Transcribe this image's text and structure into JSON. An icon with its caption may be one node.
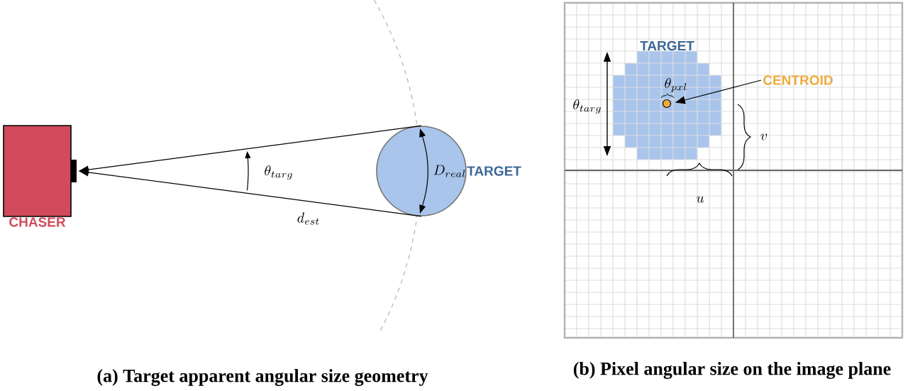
{
  "diagram": {
    "nodes": [
      {
        "text": [
          "CHASER"
        ]
      },
      {
        "text": [
          "TARGET"
        ]
      },
      {
        "text": [
          "TARGET"
        ]
      },
      {
        "text": [
          "CENTROID"
        ]
      },
      {
        "text": [],
        "shape": "circle"
      }
    ],
    "edges": [
      {
        "from": 1,
        "to": 0,
        "arrow": "to"
      },
      {
        "from": 1,
        "to": 0,
        "arrow": "to"
      },
      {
        "from": 3,
        "to": 4,
        "arrow": "to"
      }
    ],
    "labels": [
      "\\theta_{targ}",
      "D_{real}",
      "d_{est}",
      "\\theta_{targ}",
      "\\theta_{pxl}",
      "v",
      "u",
      "(a) Target apparent angular size geometry",
      "(b) Pixel angular size on the image plane"
    ]
  }
}
